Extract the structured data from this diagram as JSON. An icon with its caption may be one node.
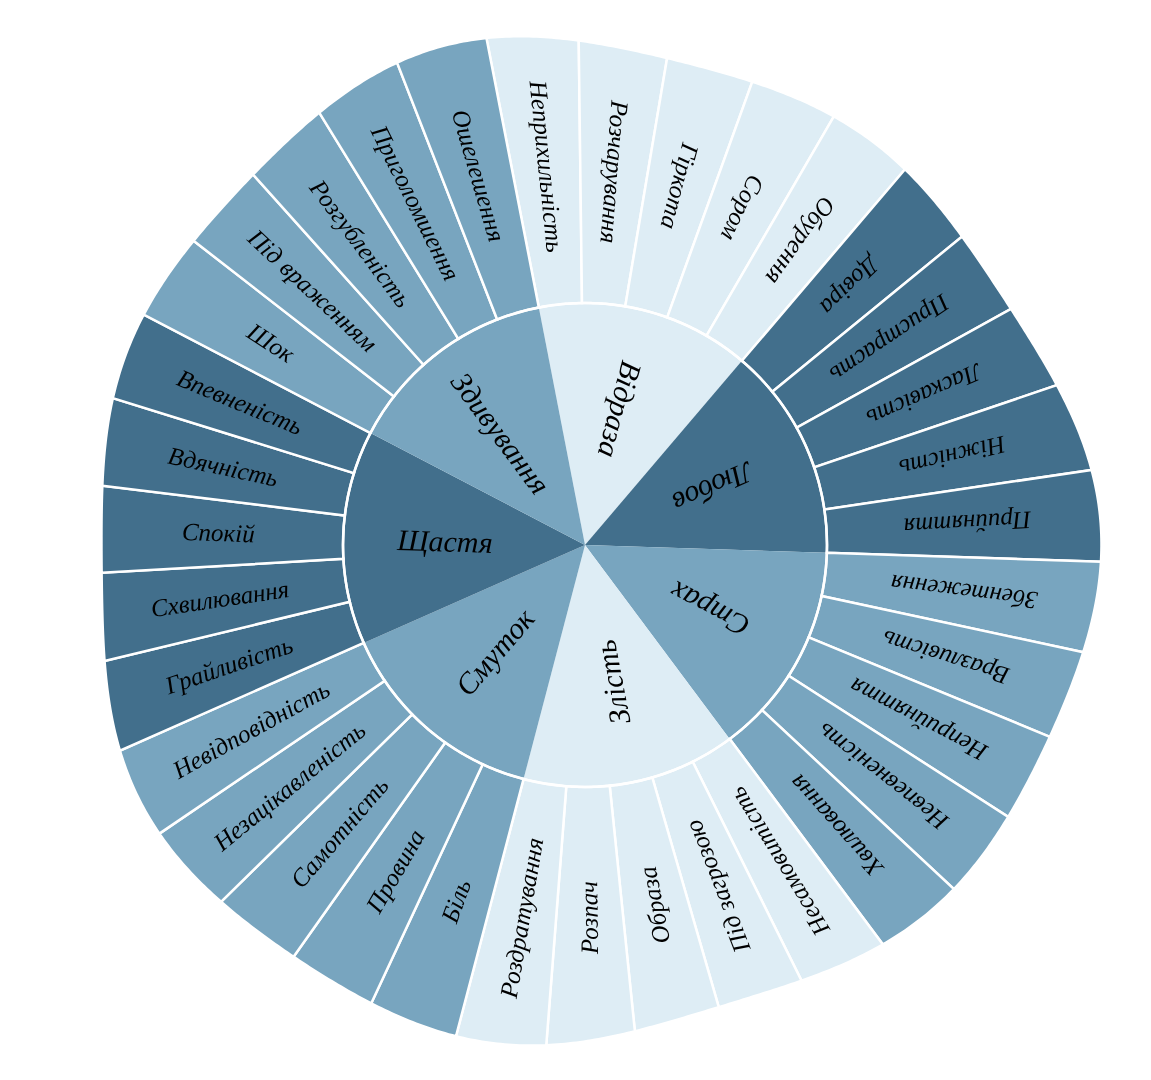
{
  "diagram": {
    "nodes": [
      {
        "text": [
          "Відраза"
        ]
      },
      {
        "text": [
          "Любов"
        ]
      },
      {
        "text": [
          "Страх"
        ]
      },
      {
        "text": [
          "Злість"
        ]
      },
      {
        "text": [
          "Смуток"
        ]
      },
      {
        "text": [
          "Щастя"
        ]
      },
      {
        "text": [
          "Здивування"
        ]
      },
      {
        "text": [
          "Неприхильність"
        ]
      },
      {
        "text": [
          "Розчарування"
        ]
      },
      {
        "text": [
          "Гіркота"
        ]
      },
      {
        "text": [
          "Сором"
        ]
      },
      {
        "text": [
          "Обурення"
        ]
      },
      {
        "text": [
          "Довіра"
        ]
      },
      {
        "text": [
          "Пристрасть"
        ]
      },
      {
        "text": [
          "Ласкавість"
        ]
      },
      {
        "text": [
          "Ніжність"
        ]
      },
      {
        "text": [
          "Прийняття"
        ]
      },
      {
        "text": [
          "Збентеження"
        ]
      },
      {
        "text": [
          "Вразливість"
        ]
      },
      {
        "text": [
          "Неприйняття"
        ]
      },
      {
        "text": [
          "Невпевненість"
        ]
      },
      {
        "text": [
          "Хвилювання"
        ]
      },
      {
        "text": [
          "Несамовитість"
        ]
      },
      {
        "text": [
          "Під загрозою"
        ]
      },
      {
        "text": [
          "Образа"
        ]
      },
      {
        "text": [
          "Розпач"
        ]
      },
      {
        "text": [
          "Роздратування"
        ]
      },
      {
        "text": [
          "Біль"
        ]
      },
      {
        "text": [
          "Провина"
        ]
      },
      {
        "text": [
          "Самотність"
        ]
      },
      {
        "text": [
          "Незацікавленість"
        ]
      },
      {
        "text": [
          "Невідповідність"
        ]
      },
      {
        "text": [
          "Грайливість"
        ]
      },
      {
        "text": [
          "Схвилювання"
        ]
      },
      {
        "text": [
          "Спокій"
        ]
      },
      {
        "text": [
          "Вдячність"
        ]
      },
      {
        "text": [
          "Впевненість"
        ]
      },
      {
        "text": [
          "Шок"
        ]
      },
      {
        "text": [
          "Під враженням"
        ]
      },
      {
        "text": [
          "Розгубленість"
        ]
      },
      {
        "text": [
          "Приголомшення"
        ]
      },
      {
        "text": [
          "Ошелешення"
        ]
      }
    ]
  }
}
